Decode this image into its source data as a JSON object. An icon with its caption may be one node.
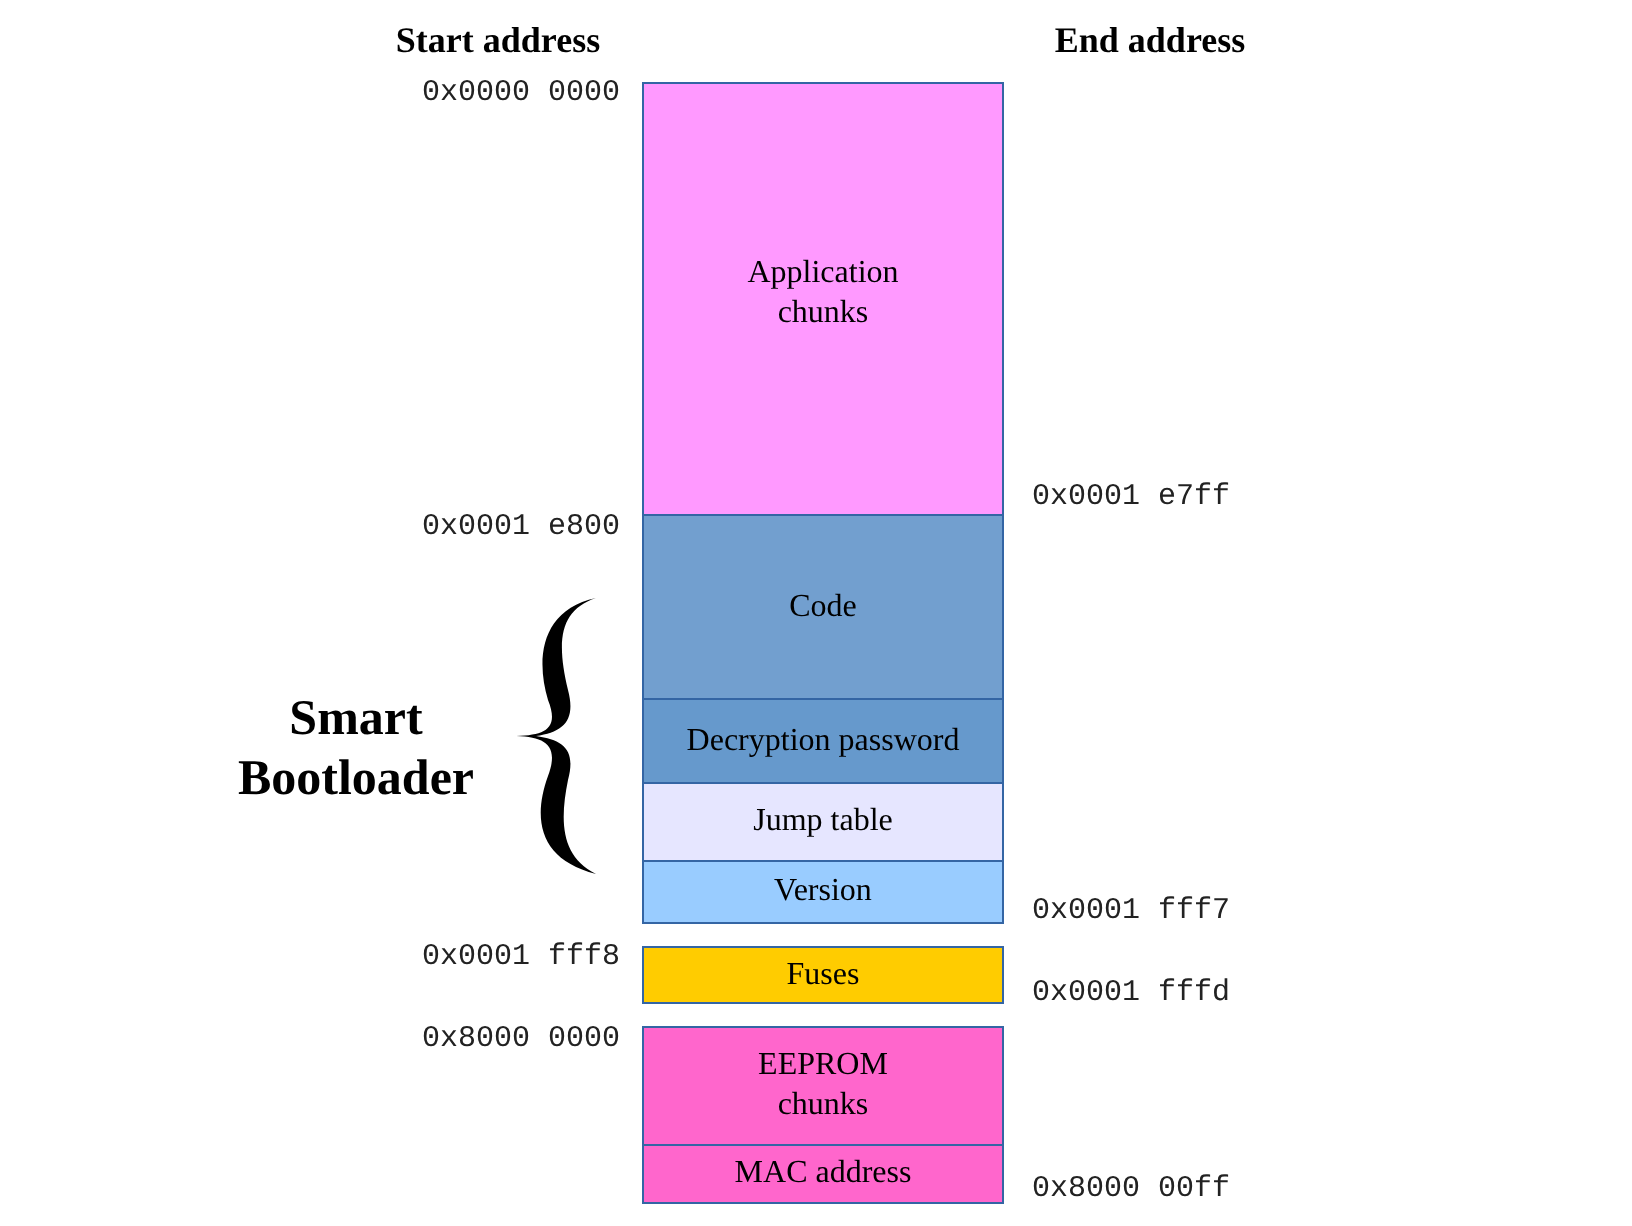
{
  "diagram": {
    "nodes": [
      {
        "text": [
          "Application chunks"
        ]
      },
      {
        "text": [
          "Code"
        ]
      },
      {
        "text": [
          "Decryption password"
        ]
      },
      {
        "text": [
          "Jump table"
        ]
      },
      {
        "text": [
          "Version"
        ]
      },
      {
        "text": [
          "Fuses"
        ]
      },
      {
        "text": [
          "EEPROM chunks"
        ]
      },
      {
        "text": [
          "MAC address"
        ]
      }
    ],
    "labels": [
      "Start address",
      "End address",
      "0x0000 0000",
      "0x0001 e7ff",
      "0x0001 e800",
      "Smart Bootloader",
      "0x0001 fff7",
      "0x0001 fff8",
      "0x0001 fffd",
      "0x8000 0000",
      "0x8000 00ff"
    ]
  }
}
